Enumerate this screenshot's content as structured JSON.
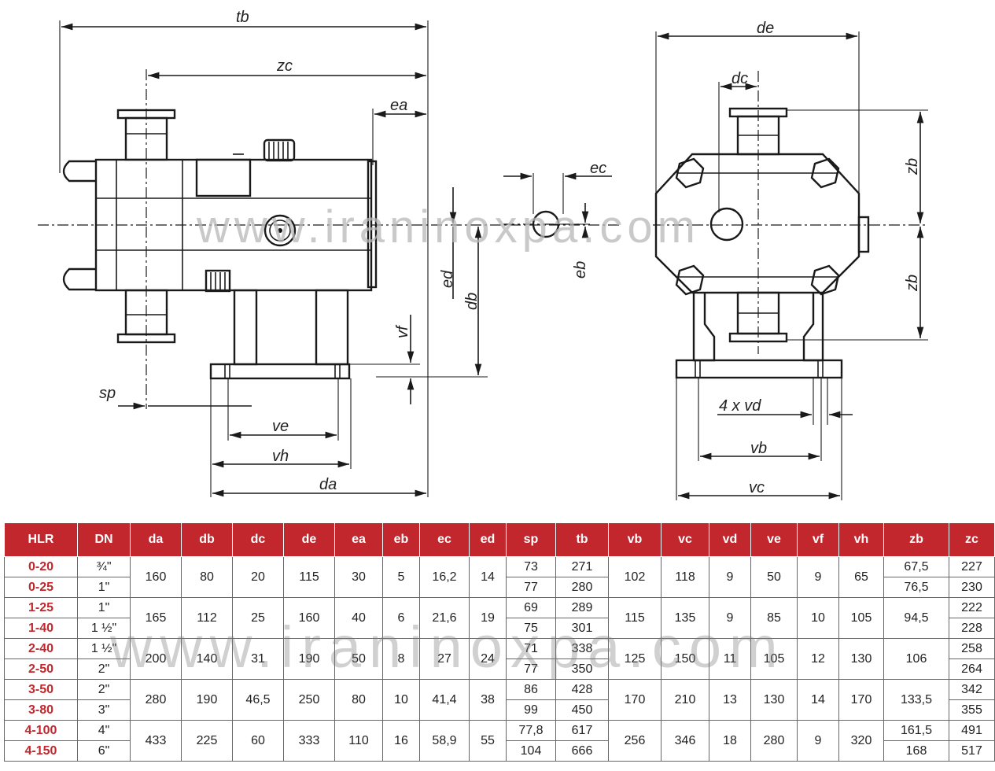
{
  "drawing": {
    "labels": {
      "tb": "tb",
      "zc": "zc",
      "ea": "ea",
      "ed": "ed",
      "db": "db",
      "vf": "vf",
      "sp": "sp",
      "ve": "ve",
      "vh": "vh",
      "da": "da",
      "ec": "ec",
      "eb": "eb",
      "de": "de",
      "dc": "dc",
      "zb1": "zb",
      "zb2": "zb",
      "vd": "4  x  vd",
      "vb": "vb",
      "vc": "vc"
    },
    "watermark": "www.iraninoxpa.com"
  },
  "table": {
    "watermark": "www.iraninoxpa.com",
    "headers": [
      "HLR",
      "DN",
      "da",
      "db",
      "dc",
      "de",
      "ea",
      "eb",
      "ec",
      "ed",
      "sp",
      "tb",
      "vb",
      "vc",
      "vd",
      "ve",
      "vf",
      "vh",
      "zb",
      "zc"
    ],
    "groups": [
      {
        "shared": {
          "da": "160",
          "db": "80",
          "dc": "20",
          "de": "115",
          "ea": "30",
          "eb": "5",
          "ec": "16,2",
          "ed": "14",
          "vb": "102",
          "vc": "118",
          "vd": "9",
          "ve": "50",
          "vf": "9",
          "vh": "65"
        },
        "zb_shared": false,
        "rows": [
          {
            "HLR": "0-20",
            "DN": "¾\"",
            "sp": "73",
            "tb": "271",
            "zb": "67,5",
            "zc": "227"
          },
          {
            "HLR": "0-25",
            "DN": "1\"",
            "sp": "77",
            "tb": "280",
            "zb": "76,5",
            "zc": "230"
          }
        ]
      },
      {
        "shared": {
          "da": "165",
          "db": "112",
          "dc": "25",
          "de": "160",
          "ea": "40",
          "eb": "6",
          "ec": "21,6",
          "ed": "19",
          "vb": "115",
          "vc": "135",
          "vd": "9",
          "ve": "85",
          "vf": "10",
          "vh": "105",
          "zb": "94,5"
        },
        "zb_shared": true,
        "rows": [
          {
            "HLR": "1-25",
            "DN": "1\"",
            "sp": "69",
            "tb": "289",
            "zc": "222"
          },
          {
            "HLR": "1-40",
            "DN": "1 ½\"",
            "sp": "75",
            "tb": "301",
            "zc": "228"
          }
        ]
      },
      {
        "shared": {
          "da": "200",
          "db": "140",
          "dc": "31",
          "de": "190",
          "ea": "50",
          "eb": "8",
          "ec": "27",
          "ed": "24",
          "vb": "125",
          "vc": "150",
          "vd": "11",
          "ve": "105",
          "vf": "12",
          "vh": "130",
          "zb": "106"
        },
        "zb_shared": true,
        "rows": [
          {
            "HLR": "2-40",
            "DN": "1 ½\"",
            "sp": "71",
            "tb": "338",
            "zc": "258"
          },
          {
            "HLR": "2-50",
            "DN": "2\"",
            "sp": "77",
            "tb": "350",
            "zc": "264"
          }
        ]
      },
      {
        "shared": {
          "da": "280",
          "db": "190",
          "dc": "46,5",
          "de": "250",
          "ea": "80",
          "eb": "10",
          "ec": "41,4",
          "ed": "38",
          "vb": "170",
          "vc": "210",
          "vd": "13",
          "ve": "130",
          "vf": "14",
          "vh": "170",
          "zb": "133,5"
        },
        "zb_shared": true,
        "rows": [
          {
            "HLR": "3-50",
            "DN": "2\"",
            "sp": "86",
            "tb": "428",
            "zc": "342"
          },
          {
            "HLR": "3-80",
            "DN": "3\"",
            "sp": "99",
            "tb": "450",
            "zc": "355"
          }
        ]
      },
      {
        "shared": {
          "da": "433",
          "db": "225",
          "dc": "60",
          "de": "333",
          "ea": "110",
          "eb": "16",
          "ec": "58,9",
          "ed": "55",
          "vb": "256",
          "vc": "346",
          "vd": "18",
          "ve": "280",
          "vf": "9",
          "vh": "320"
        },
        "zb_shared": false,
        "rows": [
          {
            "HLR": "4-100",
            "DN": "4\"",
            "sp": "77,8",
            "tb": "617",
            "zb": "161,5",
            "zc": "491"
          },
          {
            "HLR": "4-150",
            "DN": "6\"",
            "sp": "104",
            "tb": "666",
            "zb": "168",
            "zc": "517"
          }
        ]
      }
    ]
  }
}
